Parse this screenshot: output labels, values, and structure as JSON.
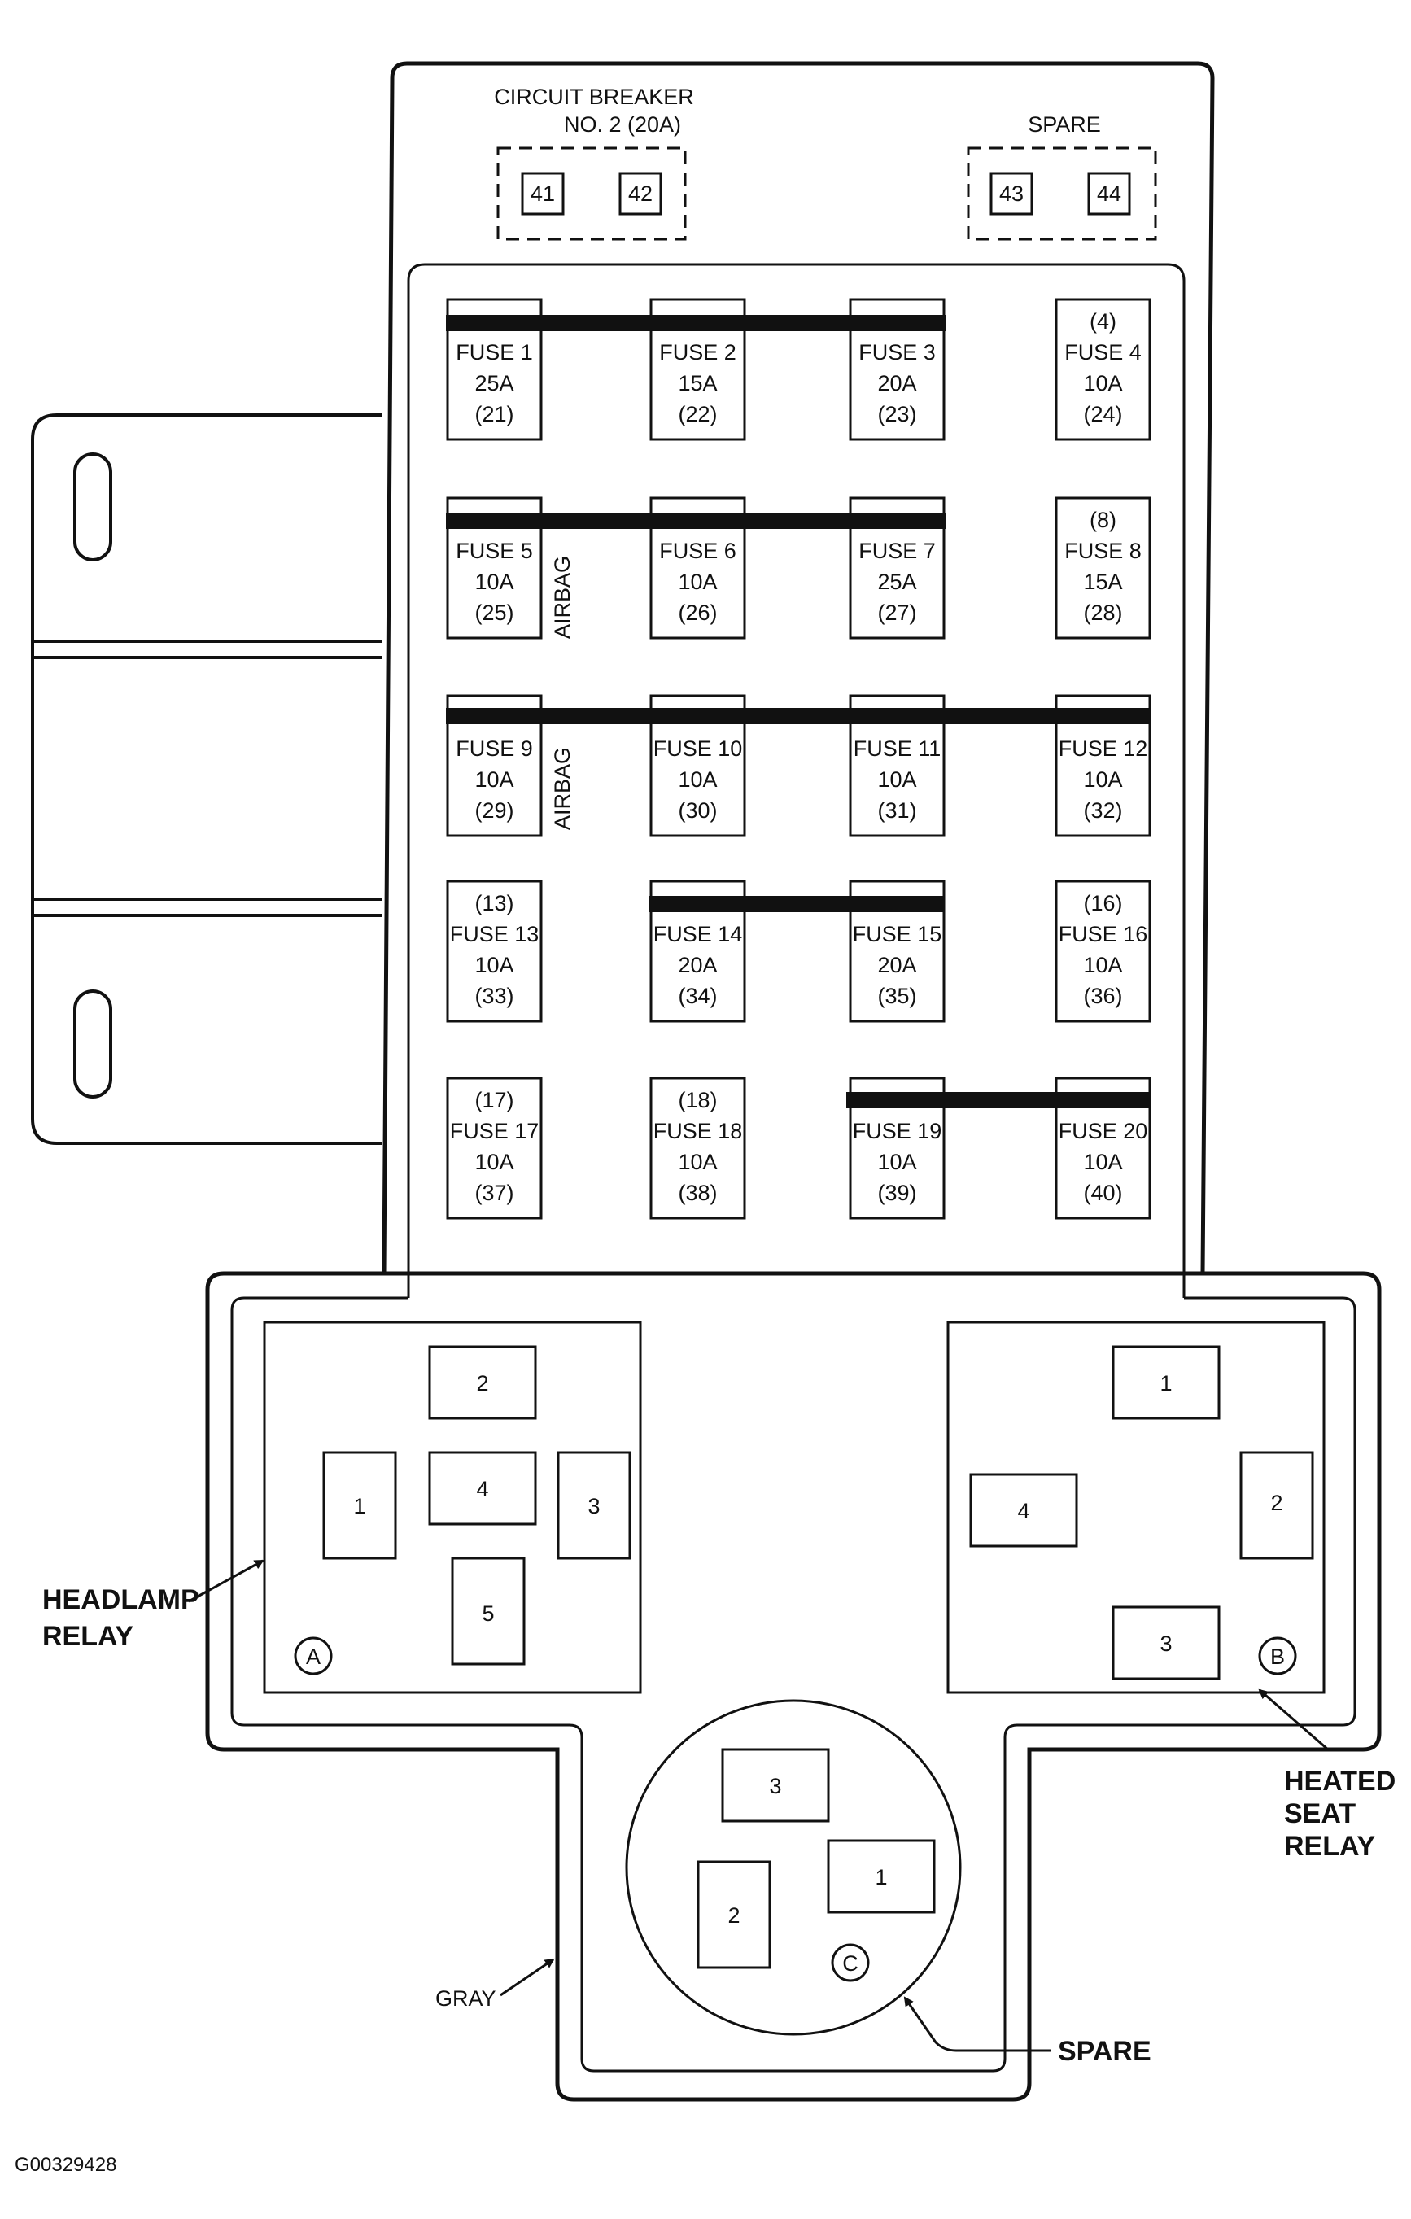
{
  "circuit_breaker_label_line1": "CIRCUIT BREAKER",
  "circuit_breaker_label_line2": "NO. 2 (20A)",
  "top_spare_label": "SPARE",
  "top_cavities": [
    "41",
    "42",
    "43",
    "44"
  ],
  "airbag_labels": [
    "AIRBAG",
    "AIRBAG"
  ],
  "fuses": [
    {
      "top": "",
      "name": "FUSE 1",
      "amp": "25A",
      "cavity": "(21)"
    },
    {
      "top": "",
      "name": "FUSE 2",
      "amp": "15A",
      "cavity": "(22)"
    },
    {
      "top": "",
      "name": "FUSE 3",
      "amp": "20A",
      "cavity": "(23)"
    },
    {
      "top": "(4)",
      "name": "FUSE 4",
      "amp": "10A",
      "cavity": "(24)"
    },
    {
      "top": "",
      "name": "FUSE 5",
      "amp": "10A",
      "cavity": "(25)"
    },
    {
      "top": "",
      "name": "FUSE 6",
      "amp": "10A",
      "cavity": "(26)"
    },
    {
      "top": "",
      "name": "FUSE 7",
      "amp": "25A",
      "cavity": "(27)"
    },
    {
      "top": "(8)",
      "name": "FUSE 8",
      "amp": "15A",
      "cavity": "(28)"
    },
    {
      "top": "",
      "name": "FUSE 9",
      "amp": "10A",
      "cavity": "(29)"
    },
    {
      "top": "",
      "name": "FUSE 10",
      "amp": "10A",
      "cavity": "(30)"
    },
    {
      "top": "",
      "name": "FUSE 11",
      "amp": "10A",
      "cavity": "(31)"
    },
    {
      "top": "",
      "name": "FUSE 12",
      "amp": "10A",
      "cavity": "(32)"
    },
    {
      "top": "(13)",
      "name": "FUSE 13",
      "amp": "10A",
      "cavity": "(33)"
    },
    {
      "top": "",
      "name": "FUSE 14",
      "amp": "20A",
      "cavity": "(34)"
    },
    {
      "top": "",
      "name": "FUSE 15",
      "amp": "20A",
      "cavity": "(35)"
    },
    {
      "top": "(16)",
      "name": "FUSE 16",
      "amp": "10A",
      "cavity": "(36)"
    },
    {
      "top": "(17)",
      "name": "FUSE 17",
      "amp": "10A",
      "cavity": "(37)"
    },
    {
      "top": "(18)",
      "name": "FUSE 18",
      "amp": "10A",
      "cavity": "(38)"
    },
    {
      "top": "",
      "name": "FUSE 19",
      "amp": "10A",
      "cavity": "(39)"
    },
    {
      "top": "",
      "name": "FUSE 20",
      "amp": "10A",
      "cavity": "(40)"
    }
  ],
  "relay_a": {
    "letter": "A",
    "terminals": [
      "2",
      "1",
      "4",
      "3",
      "5"
    ]
  },
  "relay_b": {
    "letter": "B",
    "terminals": [
      "1",
      "4",
      "2",
      "3"
    ]
  },
  "relay_c": {
    "letter": "C",
    "terminals": [
      "3",
      "2",
      "1"
    ]
  },
  "callouts": {
    "headlamp_line1": "HEADLAMP",
    "headlamp_line2": "RELAY",
    "heated_line1": "HEATED",
    "heated_line2": "SEAT",
    "heated_line3": "RELAY",
    "gray": "GRAY",
    "spare": "SPARE"
  },
  "figure_id": "G00329428"
}
